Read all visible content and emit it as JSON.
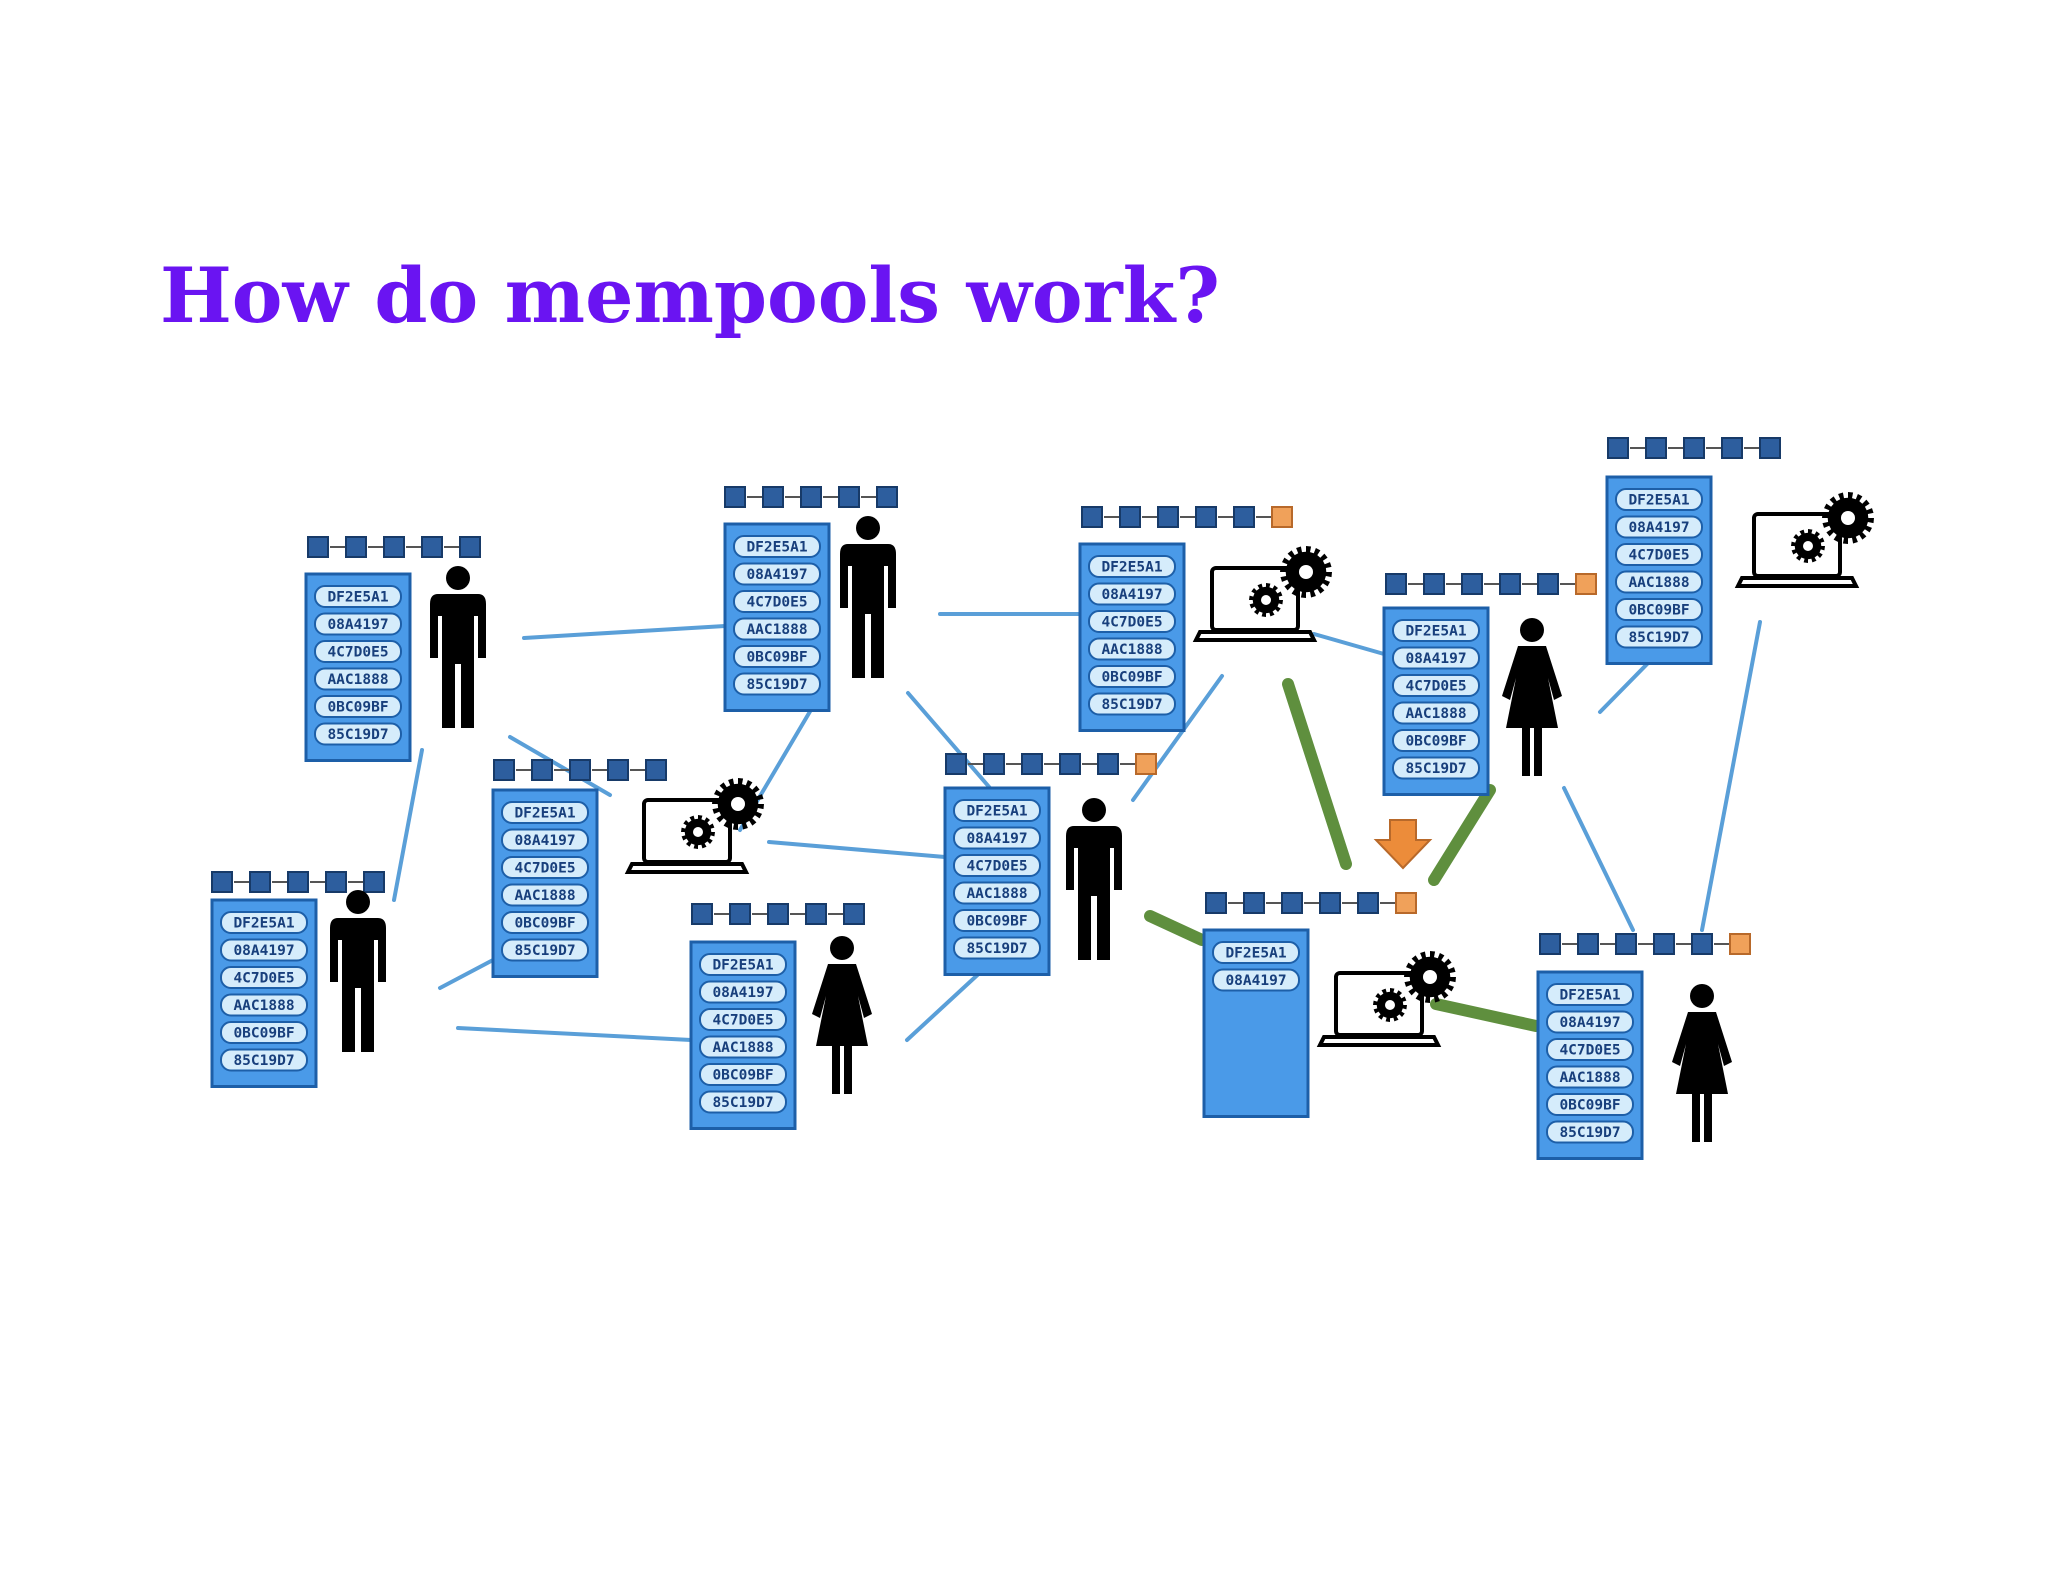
{
  "page": {
    "title": "How do mempools work?"
  },
  "diagram": {
    "colors": {
      "mempool": "#4a9ae8",
      "block": "#2d5e9e",
      "new_block": "#f0a15a",
      "network_link": "#5a9fd8",
      "propagation_link": "#5f8f3e",
      "arrow": "#ec8c3a"
    },
    "transactions": [
      "DF2E5A1",
      "08A4197",
      "4C7D0E5",
      "AAC1888",
      "0BC09BF",
      "85C19D7"
    ],
    "nodes": [
      {
        "id": "n1",
        "kind": "person",
        "chain": [
          "block",
          "block",
          "block",
          "block",
          "block"
        ],
        "txs": [
          "DF2E5A1",
          "08A4197",
          "4C7D0E5",
          "AAC1888",
          "0BC09BF",
          "85C19D7"
        ]
      },
      {
        "id": "n2",
        "kind": "person",
        "chain": [
          "block",
          "block",
          "block",
          "block",
          "block"
        ],
        "txs": [
          "DF2E5A1",
          "08A4197",
          "4C7D0E5",
          "AAC1888",
          "0BC09BF",
          "85C19D7"
        ]
      },
      {
        "id": "n3",
        "kind": "miner",
        "chain": [
          "block",
          "block",
          "block",
          "block",
          "block",
          "new"
        ],
        "txs": [
          "DF2E5A1",
          "08A4197",
          "4C7D0E5",
          "AAC1888",
          "0BC09BF",
          "85C19D7"
        ]
      },
      {
        "id": "n4",
        "kind": "miner",
        "chain": [
          "block",
          "block",
          "block",
          "block",
          "block"
        ],
        "txs": [
          "DF2E5A1",
          "08A4197",
          "4C7D0E5",
          "AAC1888",
          "0BC09BF",
          "85C19D7"
        ]
      },
      {
        "id": "n5",
        "kind": "person-female",
        "chain": [
          "block",
          "block",
          "block",
          "block",
          "block",
          "new"
        ],
        "txs": [
          "DF2E5A1",
          "08A4197",
          "4C7D0E5",
          "AAC1888",
          "0BC09BF",
          "85C19D7"
        ]
      },
      {
        "id": "n6",
        "kind": "miner",
        "chain": [
          "block",
          "block",
          "block",
          "block",
          "block"
        ],
        "txs": [
          "DF2E5A1",
          "08A4197",
          "4C7D0E5",
          "AAC1888",
          "0BC09BF",
          "85C19D7"
        ]
      },
      {
        "id": "n7",
        "kind": "person",
        "chain": [
          "block",
          "block",
          "block",
          "block",
          "block",
          "new"
        ],
        "txs": [
          "DF2E5A1",
          "08A4197",
          "4C7D0E5",
          "AAC1888",
          "0BC09BF",
          "85C19D7"
        ]
      },
      {
        "id": "n8",
        "kind": "person",
        "chain": [
          "block",
          "block",
          "block",
          "block",
          "block"
        ],
        "txs": [
          "DF2E5A1",
          "08A4197",
          "4C7D0E5",
          "AAC1888",
          "0BC09BF",
          "85C19D7"
        ]
      },
      {
        "id": "n9",
        "kind": "person-female",
        "chain": [
          "block",
          "block",
          "block",
          "block",
          "block"
        ],
        "txs": [
          "DF2E5A1",
          "08A4197",
          "4C7D0E5",
          "AAC1888",
          "0BC09BF",
          "85C19D7"
        ]
      },
      {
        "id": "n10",
        "kind": "miner",
        "chain": [
          "block",
          "block",
          "block",
          "block",
          "block",
          "new"
        ],
        "txs": [
          "DF2E5A1",
          "08A4197"
        ]
      },
      {
        "id": "n11",
        "kind": "person-female",
        "chain": [
          "block",
          "block",
          "block",
          "block",
          "block",
          "new"
        ],
        "txs": [
          "DF2E5A1",
          "08A4197",
          "4C7D0E5",
          "AAC1888",
          "0BC09BF",
          "85C19D7"
        ]
      }
    ],
    "links": [
      [
        "n1",
        "n2"
      ],
      [
        "n1",
        "n8"
      ],
      [
        "n1",
        "n4"
      ],
      [
        "n2",
        "n7"
      ],
      [
        "n2",
        "n4"
      ],
      [
        "n3",
        "n2"
      ],
      [
        "n3",
        "n5"
      ],
      [
        "n3",
        "n7"
      ],
      [
        "n4",
        "n7"
      ],
      [
        "n4",
        "n8"
      ],
      [
        "n6",
        "n5"
      ],
      [
        "n6",
        "n11"
      ],
      [
        "n5",
        "n11"
      ],
      [
        "n8",
        "n9"
      ],
      [
        "n9",
        "n7"
      ]
    ],
    "propagation_links": [
      [
        "n3",
        "n10"
      ],
      [
        "n5",
        "n10"
      ],
      [
        "n7",
        "n10"
      ],
      [
        "n10",
        "n11"
      ]
    ]
  }
}
